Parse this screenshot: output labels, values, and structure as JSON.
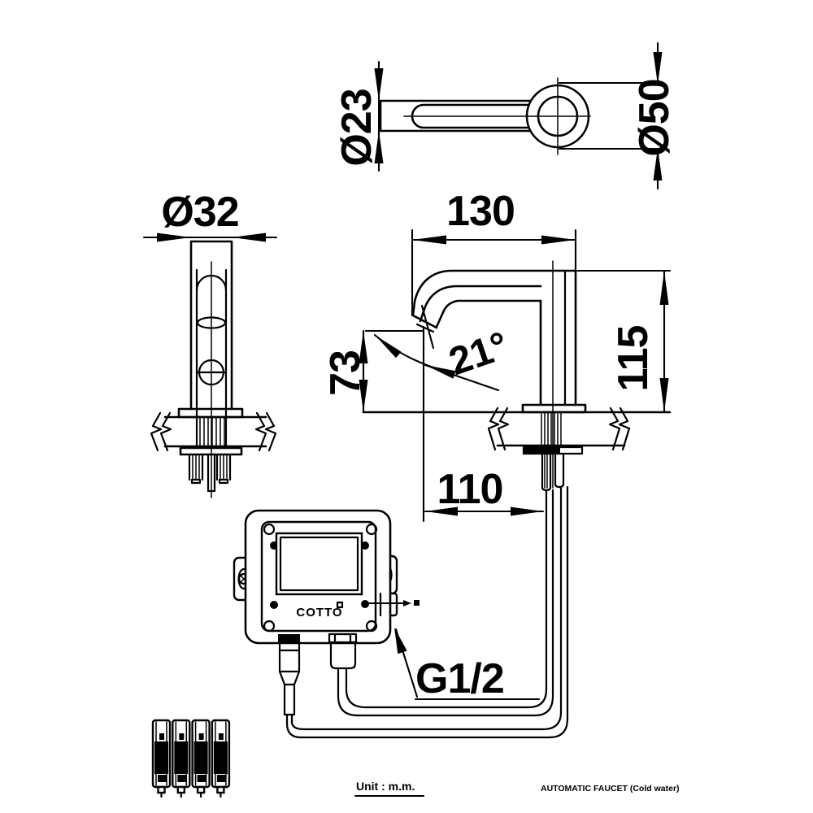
{
  "drawing": {
    "type": "technical-dimension-drawing",
    "background_color": "#ffffff",
    "line_color": "#000000",
    "unit": "mm",
    "views": {
      "top_view_labels": {
        "spout_diameter": "Ø23",
        "base_diameter": "Ø50"
      },
      "front_view_labels": {
        "column_diameter": "Ø32"
      },
      "side_view_labels": {
        "spout_reach": "130",
        "body_height": "115",
        "outlet_height": "73",
        "outlet_reach": "110",
        "outlet_angle": "21°"
      },
      "connection_label": {
        "thread": "G1/2"
      }
    },
    "control_box": {
      "logo": "COTTO"
    },
    "components": {
      "battery_count": 4
    },
    "footer": {
      "unit_note": "Unit : m.m.",
      "product_title": "AUTOMATIC FAUCET (Cold water)"
    }
  }
}
